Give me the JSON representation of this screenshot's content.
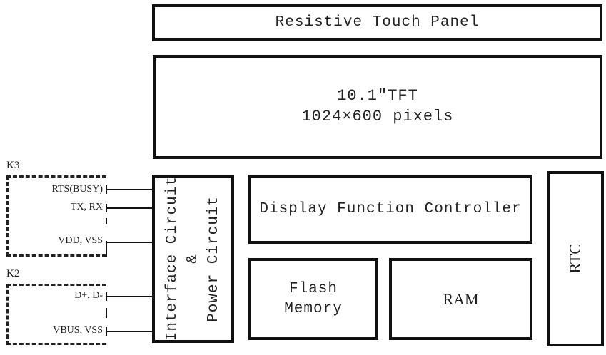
{
  "diagram": {
    "touch_panel": {
      "label": "Resistive Touch Panel"
    },
    "tft": {
      "line1": "10.1″TFT",
      "line2": "1024×600 pixels"
    },
    "interface": {
      "line1": "Interface Circuit",
      "line2": "&",
      "line3": "Power Circuit"
    },
    "controller": {
      "label": "Display Function Controller"
    },
    "flash": {
      "line1": "Flash",
      "line2": "Memory"
    },
    "ram": {
      "label": "RAM"
    },
    "rtc": {
      "label": "RTC"
    },
    "connectors": [
      {
        "name": "K3",
        "pins": [
          "RTS(BUSY)",
          "TX, RX",
          "VDD, VSS"
        ]
      },
      {
        "name": "K2",
        "pins": [
          "D+, D-",
          "VBUS, VSS"
        ]
      }
    ]
  }
}
